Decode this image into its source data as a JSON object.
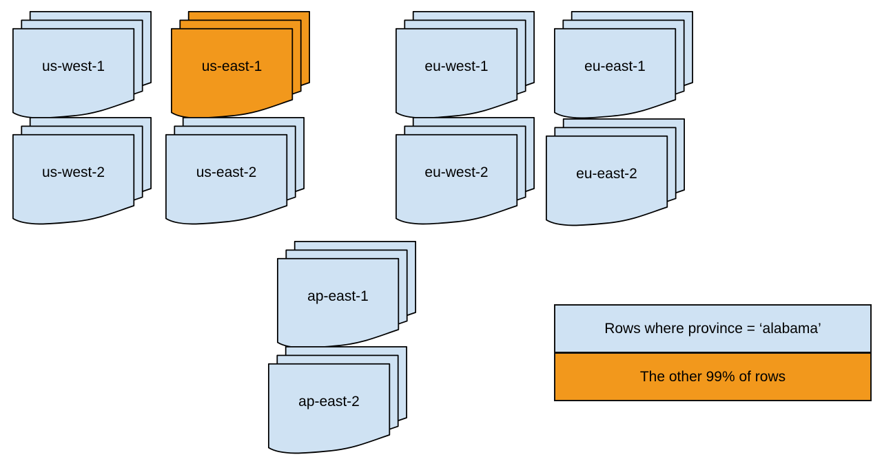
{
  "colors": {
    "page": "#cfe2f3",
    "highlight": "#f2981c",
    "border": "#000000"
  },
  "stacks": [
    {
      "id": "us-west-1",
      "label": "us-west-1",
      "highlighted": false
    },
    {
      "id": "us-east-1",
      "label": "us-east-1",
      "highlighted": true
    },
    {
      "id": "eu-west-1",
      "label": "eu-west-1",
      "highlighted": false
    },
    {
      "id": "eu-east-1",
      "label": "eu-east-1",
      "highlighted": false
    },
    {
      "id": "us-west-2",
      "label": "us-west-2",
      "highlighted": false
    },
    {
      "id": "us-east-2",
      "label": "us-east-2",
      "highlighted": false
    },
    {
      "id": "eu-west-2",
      "label": "eu-west-2",
      "highlighted": false
    },
    {
      "id": "eu-east-2",
      "label": "eu-east-2",
      "highlighted": false
    },
    {
      "id": "ap-east-1",
      "label": "ap-east-1",
      "highlighted": false
    },
    {
      "id": "ap-east-2",
      "label": "ap-east-2",
      "highlighted": false
    }
  ],
  "legend": {
    "items": [
      {
        "label": "Rows where province = ‘alabama’",
        "color": "#cfe2f3"
      },
      {
        "label": "The other 99% of rows",
        "color": "#f2981c"
      }
    ]
  }
}
